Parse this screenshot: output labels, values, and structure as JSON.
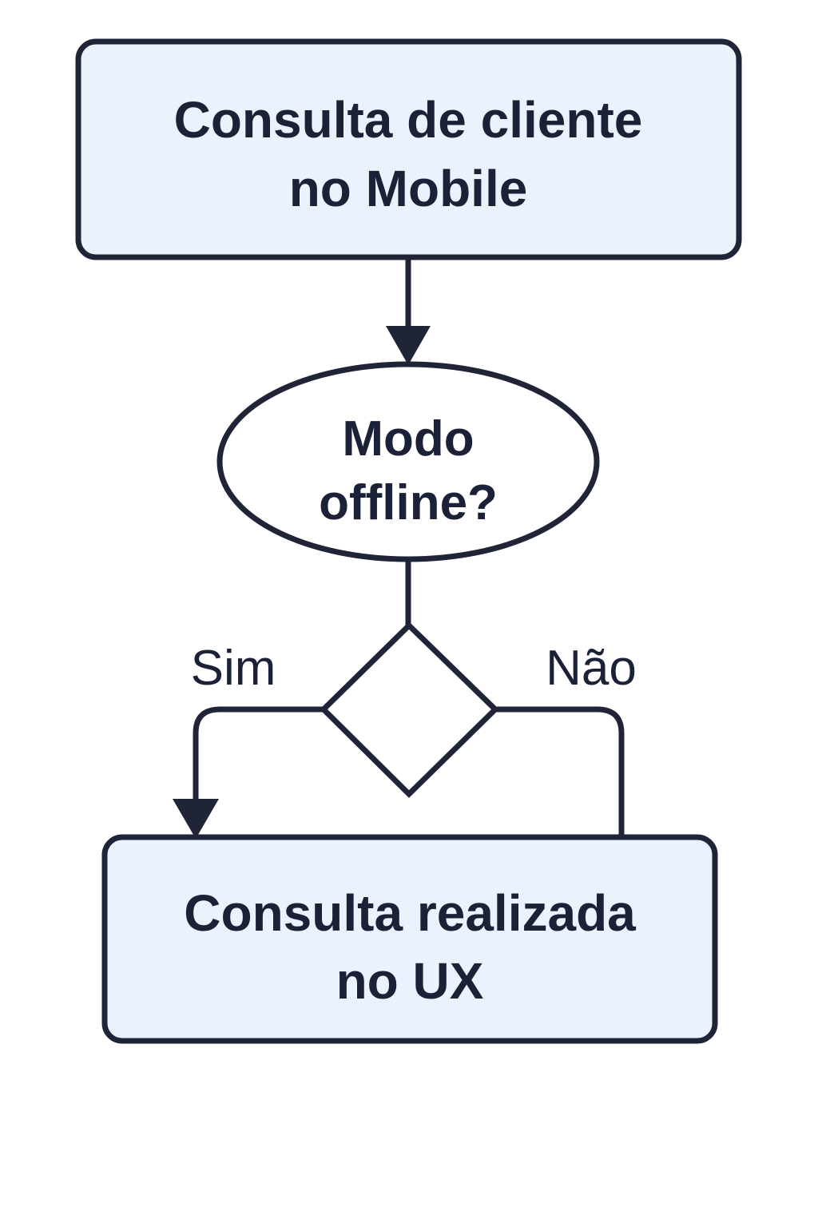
{
  "diagram": {
    "type": "flowchart",
    "orientation": "top-to-bottom",
    "background_color": "#ffffff",
    "stroke_color": "#1f2437",
    "node_fill_process": "#eaf2fd",
    "node_fill_plain": "#ffffff",
    "text_color": "#1b2136",
    "nodes": [
      {
        "id": "start",
        "shape": "rounded-rectangle",
        "fill": "#eaf2fd",
        "line1": "Consulta de cliente",
        "line2": "no Mobile"
      },
      {
        "id": "decision-offline",
        "shape": "ellipse",
        "fill": "#ffffff",
        "line1": "Modo",
        "line2": "offline?"
      },
      {
        "id": "branch-diamond",
        "shape": "diamond",
        "fill": "#ffffff",
        "line1": "",
        "line2": ""
      },
      {
        "id": "end",
        "shape": "rounded-rectangle",
        "fill": "#eaf2fd",
        "line1": "Consulta realizada",
        "line2": "no UX"
      }
    ],
    "edges": [
      {
        "id": "start-to-offline",
        "from": "start",
        "to": "decision-offline",
        "label": "",
        "arrowhead": true
      },
      {
        "id": "offline-to-diamond",
        "from": "decision-offline",
        "to": "branch-diamond",
        "label": "",
        "arrowhead": false
      },
      {
        "id": "diamond-yes-to-end",
        "from": "branch-diamond",
        "to": "end",
        "label": "Sim",
        "arrowhead": true
      },
      {
        "id": "diamond-no-to-end",
        "from": "branch-diamond",
        "to": "end",
        "label": "Não",
        "arrowhead": false
      }
    ]
  }
}
